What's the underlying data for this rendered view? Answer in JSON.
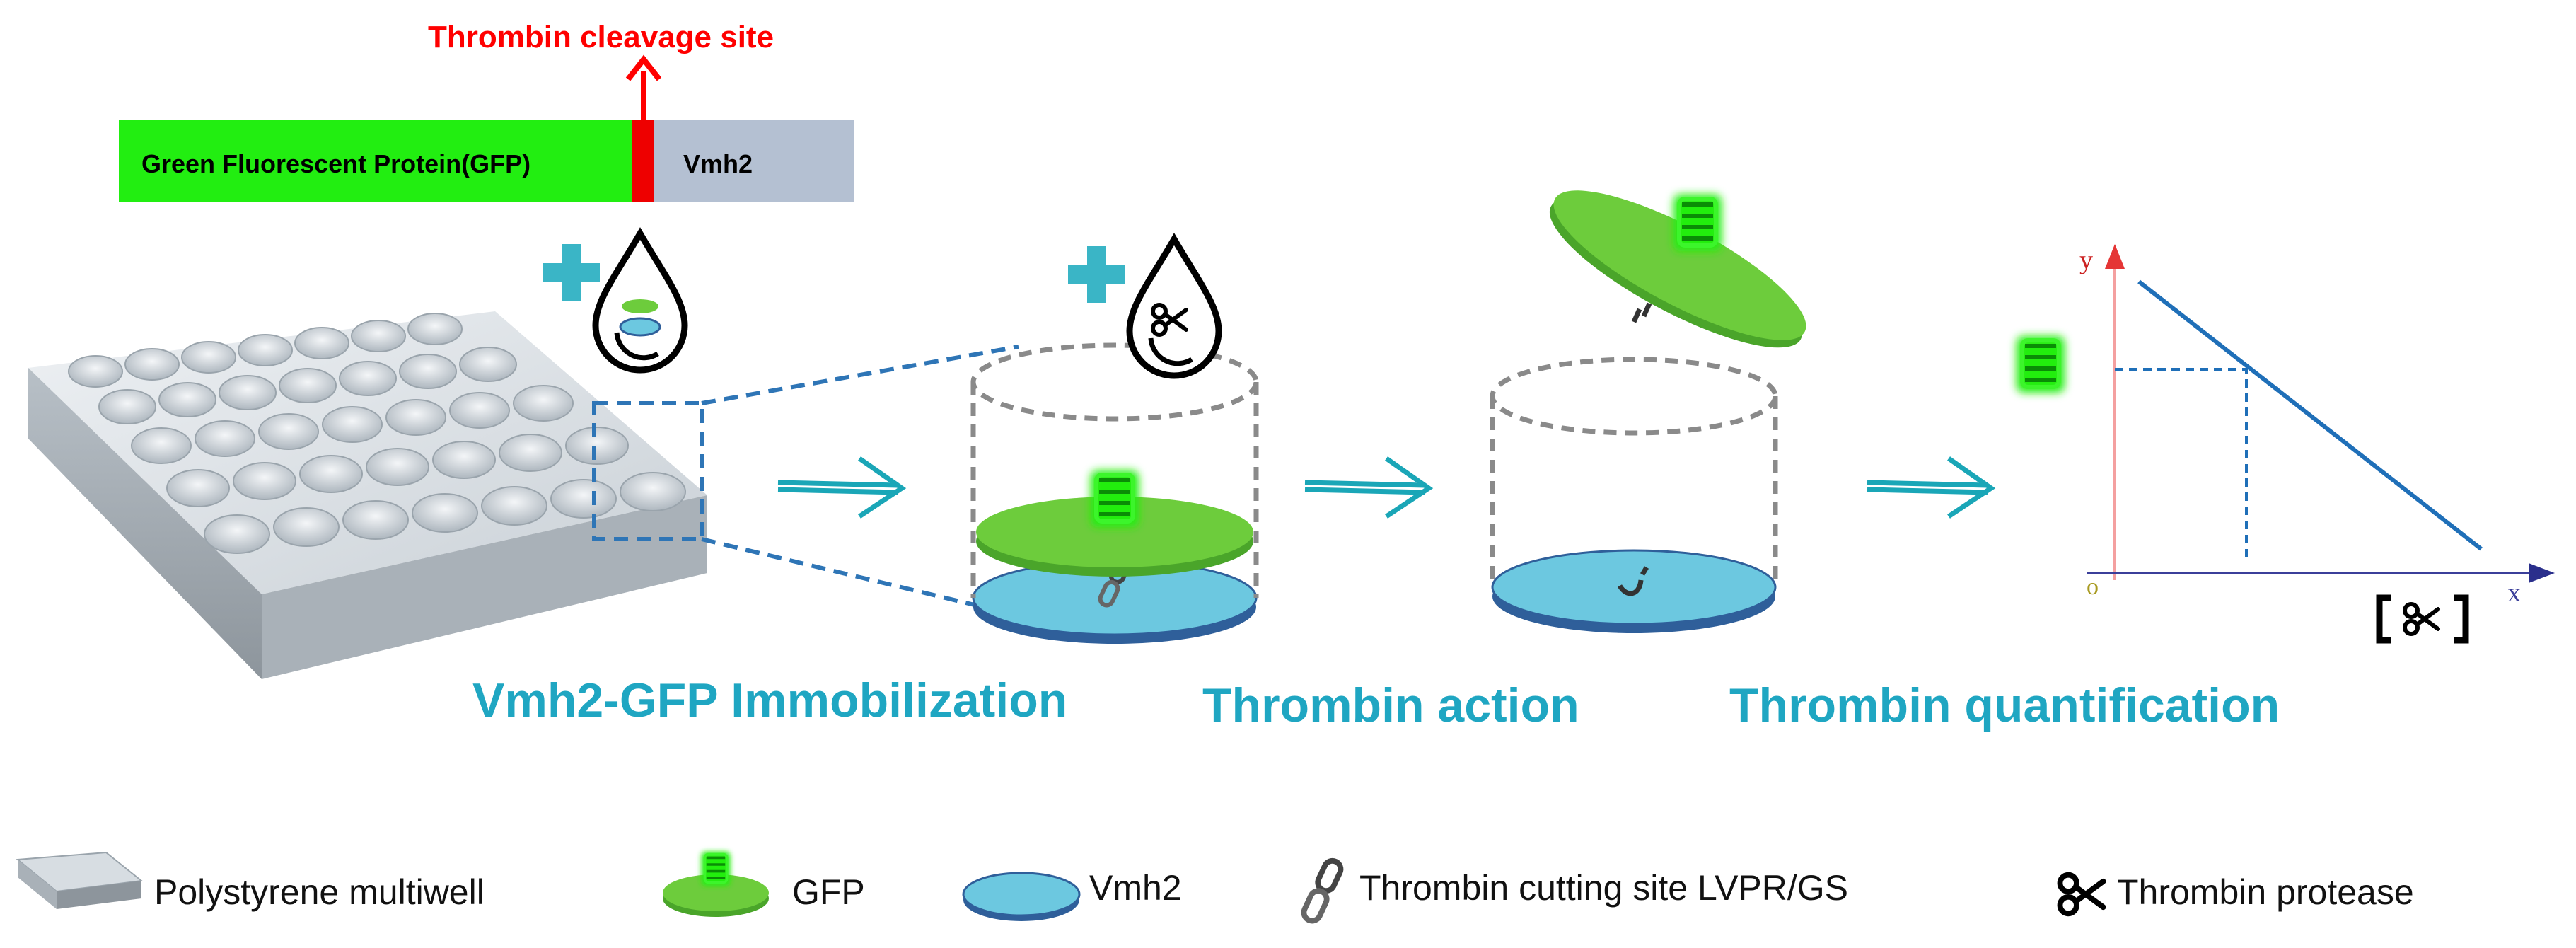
{
  "construct": {
    "cleavage_label": "Thrombin cleavage site",
    "gfp_label": "Green Fluorescent Protein(GFP)",
    "vmh2_label": "Vmh2"
  },
  "steps": {
    "immobilization": "Vmh2-GFP Immobilization",
    "action": "Thrombin action",
    "quantification": "Thrombin quantification"
  },
  "graph": {
    "y_label": "y",
    "x_label": "x",
    "origin_label": "o"
  },
  "legend": {
    "multiwell": "Polystyrene multiwell",
    "gfp": "GFP",
    "vmh2": "Vmh2",
    "cutting_site": "Thrombin cutting site LVPR/GS",
    "protease": "Thrombin protease"
  },
  "colors": {
    "gfp_green": "#22ee11",
    "disk_green": "#6dcc3c",
    "vmh2_blue": "#6cc8e0",
    "vmh2_rim": "#2f5f9a",
    "step_text": "#1fa6c2",
    "arrow_teal": "#1aa6b7",
    "cleavage_red": "#ff0000",
    "plus_teal": "#3ab5c6",
    "graph_line": "#1f6fb8"
  }
}
